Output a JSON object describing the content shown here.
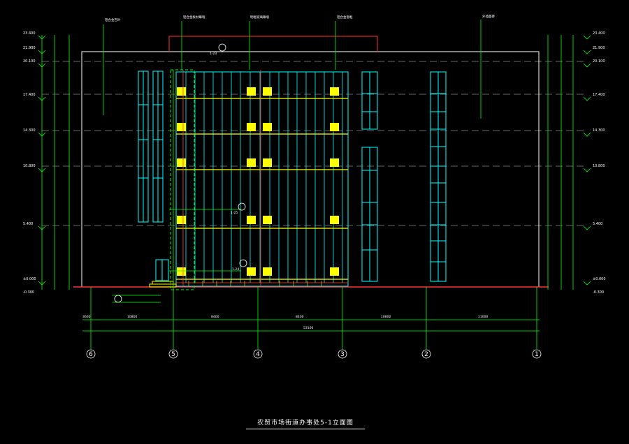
{
  "drawing": {
    "title": "农贸市场街道办事处5-1立面图",
    "colors": {
      "background": "#000000",
      "dimension": "#00ff00",
      "outline": "#ffffff",
      "glass": "#00ffff",
      "accent": "#ffff00",
      "parapet": "#ff0000",
      "grid_dash": "#8a8a8a"
    },
    "axes": [
      "6",
      "5",
      "4",
      "3",
      "2",
      "1"
    ],
    "levels_left": [
      "23.400",
      "21.900",
      "20.100",
      "17.400",
      "14.300",
      "10.800",
      "5.400",
      "±0.000",
      "-0.300"
    ],
    "levels_right": [
      "23.400",
      "21.900",
      "20.100",
      "17.400",
      "14.300",
      "10.800",
      "5.400",
      "±0.000",
      "-0.300"
    ],
    "bay_dims": [
      "3600",
      "10800",
      "8400",
      "8400",
      "10800",
      "11000"
    ],
    "total_dim": "53100",
    "callouts": [
      "铝合金百叶",
      "铝合金板材幕墙",
      "明框玻璃幕墙",
      "铝合金窗框",
      "外墙面砖"
    ],
    "section_marks": [
      "1-23",
      "1-25",
      "1-24"
    ]
  }
}
